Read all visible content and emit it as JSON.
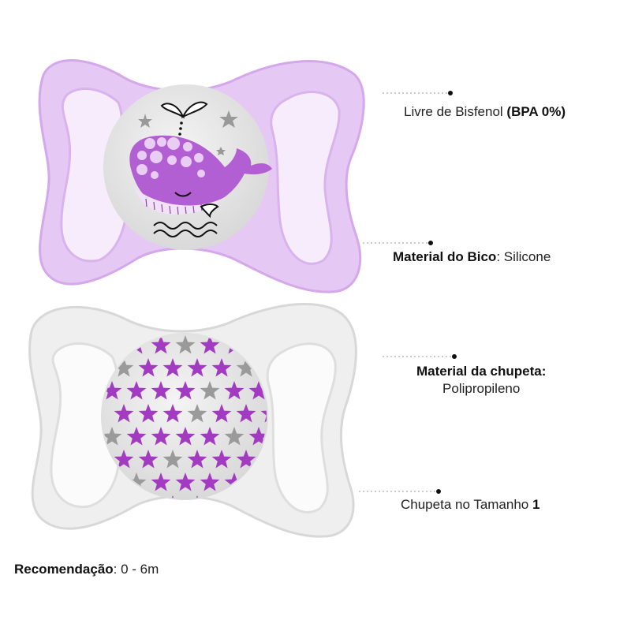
{
  "features": [
    {
      "key": "Livre de Bisfenol ",
      "value": "(BPA 0%)"
    },
    {
      "key": "Material do Bico",
      "value": ": Silicone"
    },
    {
      "key": "Material da chupeta:",
      "value": "Polipropileno"
    },
    {
      "key": "Chupeta no Tamanho ",
      "value": "1"
    }
  ],
  "recommendation": {
    "key": "Recomendação",
    "value": ": 0 - 6m"
  },
  "colors": {
    "purple_shield": "#e5c8f3",
    "purple_accent": "#b35fd4",
    "star_magenta": "#a33bc2",
    "star_gray": "#9a9a9a",
    "clear_shield": "#ececec",
    "button_gray": "#e2e2e2"
  }
}
